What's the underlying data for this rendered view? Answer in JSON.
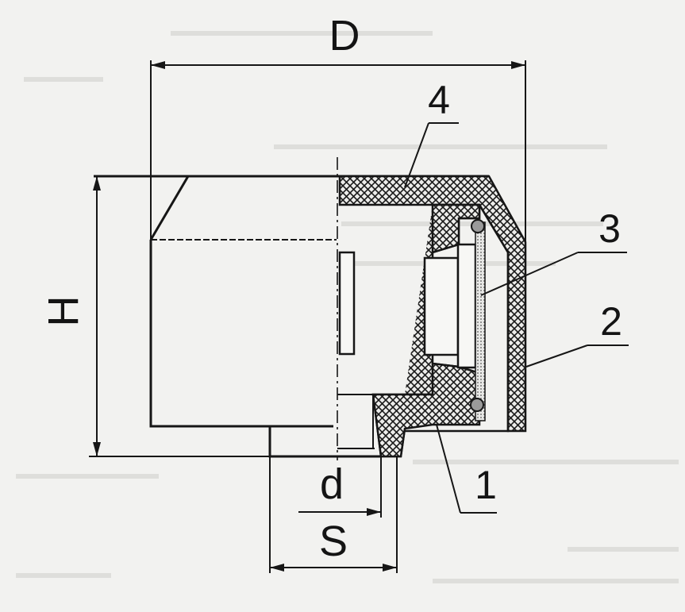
{
  "labels": {
    "D": "D",
    "H": "H",
    "d": "d",
    "S": "S",
    "part1": "1",
    "part2": "2",
    "part3": "3",
    "part4": "4"
  },
  "colors": {
    "ink": "#161616",
    "paper": "#f2f2f0",
    "faint_text": "#c9c9c5"
  }
}
